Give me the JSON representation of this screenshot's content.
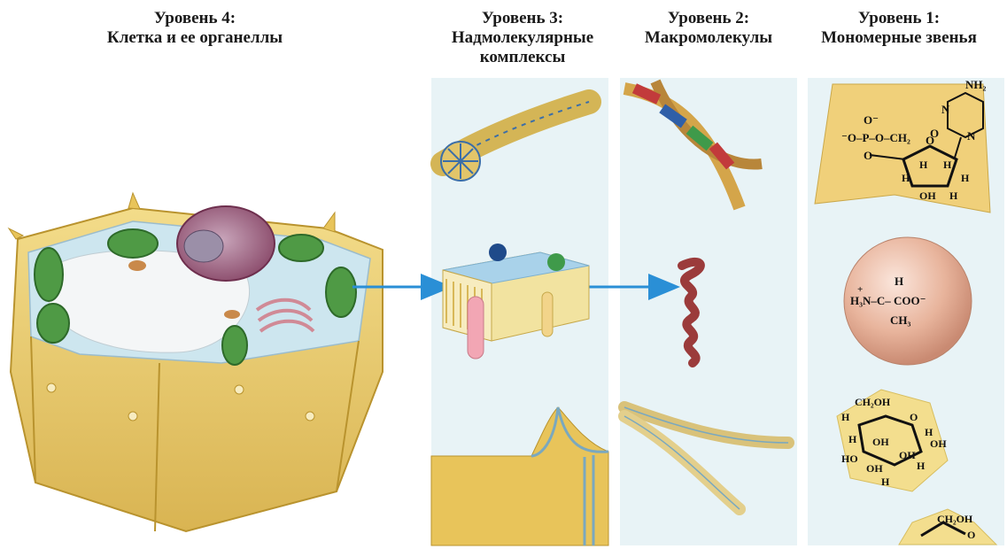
{
  "levels": {
    "level4": {
      "title": "Уровень 4:",
      "subtitle": "Клетка и ее органеллы"
    },
    "level3": {
      "title": "Уровень 3:",
      "subtitle_line1": "Надмолекулярные",
      "subtitle_line2": "комплексы"
    },
    "level2": {
      "title": "Уровень 2:",
      "subtitle": "Макромолекулы"
    },
    "level1": {
      "title": "Уровень 1:",
      "subtitle": "Мономерные звенья"
    }
  },
  "chemistry": {
    "nucleotide": {
      "nh2": "NH₂",
      "n_top": "N",
      "n_ring": "N",
      "o_carbonyl": "O",
      "o_minus_top": "O⁻",
      "phosphate_chain": "⁻O–P–O–CH₂",
      "o_bottom": "O",
      "ring_o": "O",
      "h1": "H",
      "h2": "H",
      "h3": "H",
      "h4": "H",
      "oh": "OH",
      "h5": "H"
    },
    "amino_acid": {
      "h_top": "H",
      "plus": "+",
      "left": "H₃N–C– COO⁻",
      "ch3": "CH₃"
    },
    "glucose": {
      "ch2oh": "CH₂OH",
      "ring_o": "O",
      "h_a": "H",
      "h_b": "H",
      "oh_a": "OH",
      "h_c": "H",
      "oh_b": "OH",
      "ho": "HO",
      "oh_c": "OH",
      "h_d": "H",
      "oh_d": "OH",
      "h_e": "H"
    },
    "ribose_partial": {
      "ch2oh": "CH₂OH",
      "ring_o": "O"
    }
  },
  "colors": {
    "panel_bg": "#e8f3f6",
    "arrow": "#2a8fd6",
    "cell_wall": "#e8c45a",
    "chloroplast": "#4f9a45",
    "nucleus": "#8a4a6a",
    "helix": "#9b3b3b"
  }
}
